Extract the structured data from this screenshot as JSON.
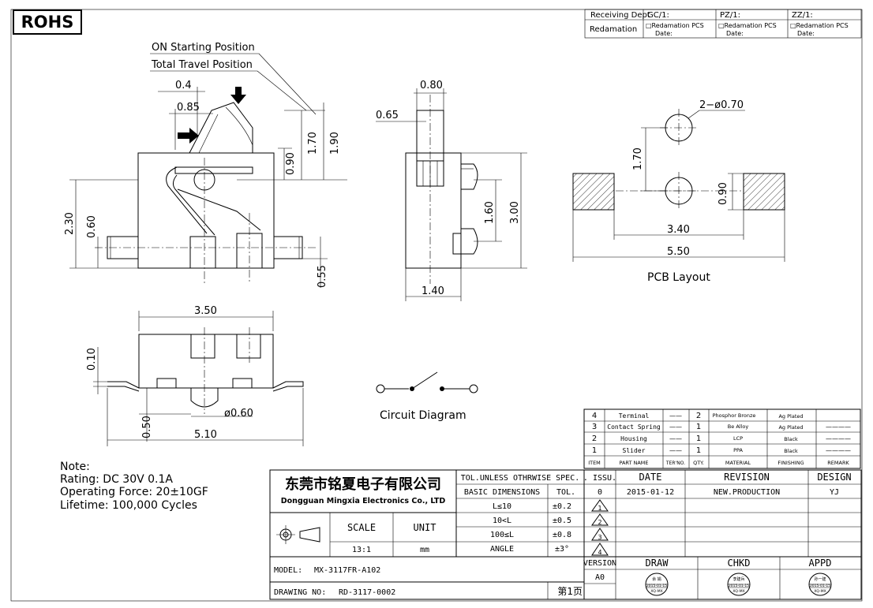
{
  "rohs": "ROHS",
  "receiving": {
    "receiving_dept": "Receiving Dept",
    "gc": "GC/1:",
    "pz": "PZ/1:",
    "zz": "ZZ/1:",
    "redamation": "Redamation",
    "cell_text": "□Redamation  PCS",
    "cell_date": "Date:"
  },
  "side_view": {
    "on_starting": "ON  Starting  Position",
    "total_travel": "Total  Travel  Position",
    "d_04": "0.4",
    "d_085": "0.85",
    "d_090": "0.90",
    "d_170": "1.70",
    "d_190": "1.90",
    "d_230": "2.30",
    "d_060": "0.60",
    "d_055": "0.55"
  },
  "end_view": {
    "d_080": "0.80",
    "d_065": "0.65",
    "d_160": "1.60",
    "d_300": "3.00",
    "d_140": "1.40"
  },
  "pcb": {
    "holes": "2−ø0.70",
    "d_170": "1.70",
    "d_090": "0.90",
    "d_340": "3.40",
    "d_550": "5.50",
    "label": "PCB  Layout"
  },
  "bottom_view": {
    "d_350": "3.50",
    "d_010": "0.10",
    "d_050": "0.50",
    "d_060": "ø0.60",
    "d_510": "5.10"
  },
  "circuit_label": "Circuit  Diagram",
  "notes": {
    "title": "Note:",
    "rating": "Rating:  DC  30V      0.1A",
    "force": "Operating  Force:  20±10GF",
    "lifetime": "Lifetime:     100,000  Cycles"
  },
  "bom": {
    "rows": [
      {
        "item": "4",
        "name": "Terminal",
        "ter": "——",
        "qty": "2",
        "material": "Phosphor Bronze",
        "finish": "Ag Plated",
        "remark": ""
      },
      {
        "item": "3",
        "name": "Contact Spring",
        "ter": "——",
        "qty": "1",
        "material": "Be Alloy",
        "finish": "Ag Plated",
        "remark": "————"
      },
      {
        "item": "2",
        "name": "Housing",
        "ter": "——",
        "qty": "1",
        "material": "LCP",
        "finish": "Black",
        "remark": "————"
      },
      {
        "item": "1",
        "name": "Slider",
        "ter": "——",
        "qty": "1",
        "material": "PPA",
        "finish": "Black",
        "remark": "————"
      }
    ],
    "headers": {
      "item": "ITEM",
      "name": "PART NAME",
      "ter": "TER'NO.",
      "qty": "QTY.",
      "material": "MATERIAL",
      "finish": "FINISHING",
      "remark": "REMARK"
    }
  },
  "title_block": {
    "company_cn": "东莞市铭夏电子有限公司",
    "company_en": "Dongguan Mingxia Electronics Co., LTD",
    "tol_spec": "TOL.UNLESS OTHRWISE SPEC.",
    "basic_dim": "BASIC DIMENSIONS",
    "tol": "TOL.",
    "tol_rows": [
      {
        "dim": "L≤10",
        "val": "±0.2"
      },
      {
        "dim": "10<L",
        "val": "±0.5"
      },
      {
        "dim": "100≤L",
        "val": "±0.8"
      },
      {
        "dim": "ANGLE",
        "val": "±3°"
      }
    ],
    "scale_label": "SCALE",
    "unit_label": "UNIT",
    "scale_value": "13:1",
    "unit_value": "mm",
    "model_label": "MODEL:",
    "model_value": "MX-3117FR-A102",
    "drawing_label": "DRAWING NO:",
    "drawing_value": "RD-3117-0002",
    "page": "第1页",
    "issu": ". ISSU.",
    "date": "DATE",
    "revision": "REVISION",
    "design": "DESIGN",
    "issu_value": "0",
    "date_value": "2015-01-12",
    "revision_value": "NEW.PRODUCTION",
    "design_value": "YJ",
    "rev_marks": [
      "1",
      "2",
      "3",
      "4"
    ],
    "version_label": "VERSION",
    "version_value": "A0",
    "draw": "DRAW",
    "chkd": "CHKD",
    "appd": "APPD",
    "stamp_date": "2015-01-15",
    "stamp_code": "XQ-MX",
    "stamp_names": [
      "余 娟",
      "李建兵",
      "孙一建"
    ]
  }
}
